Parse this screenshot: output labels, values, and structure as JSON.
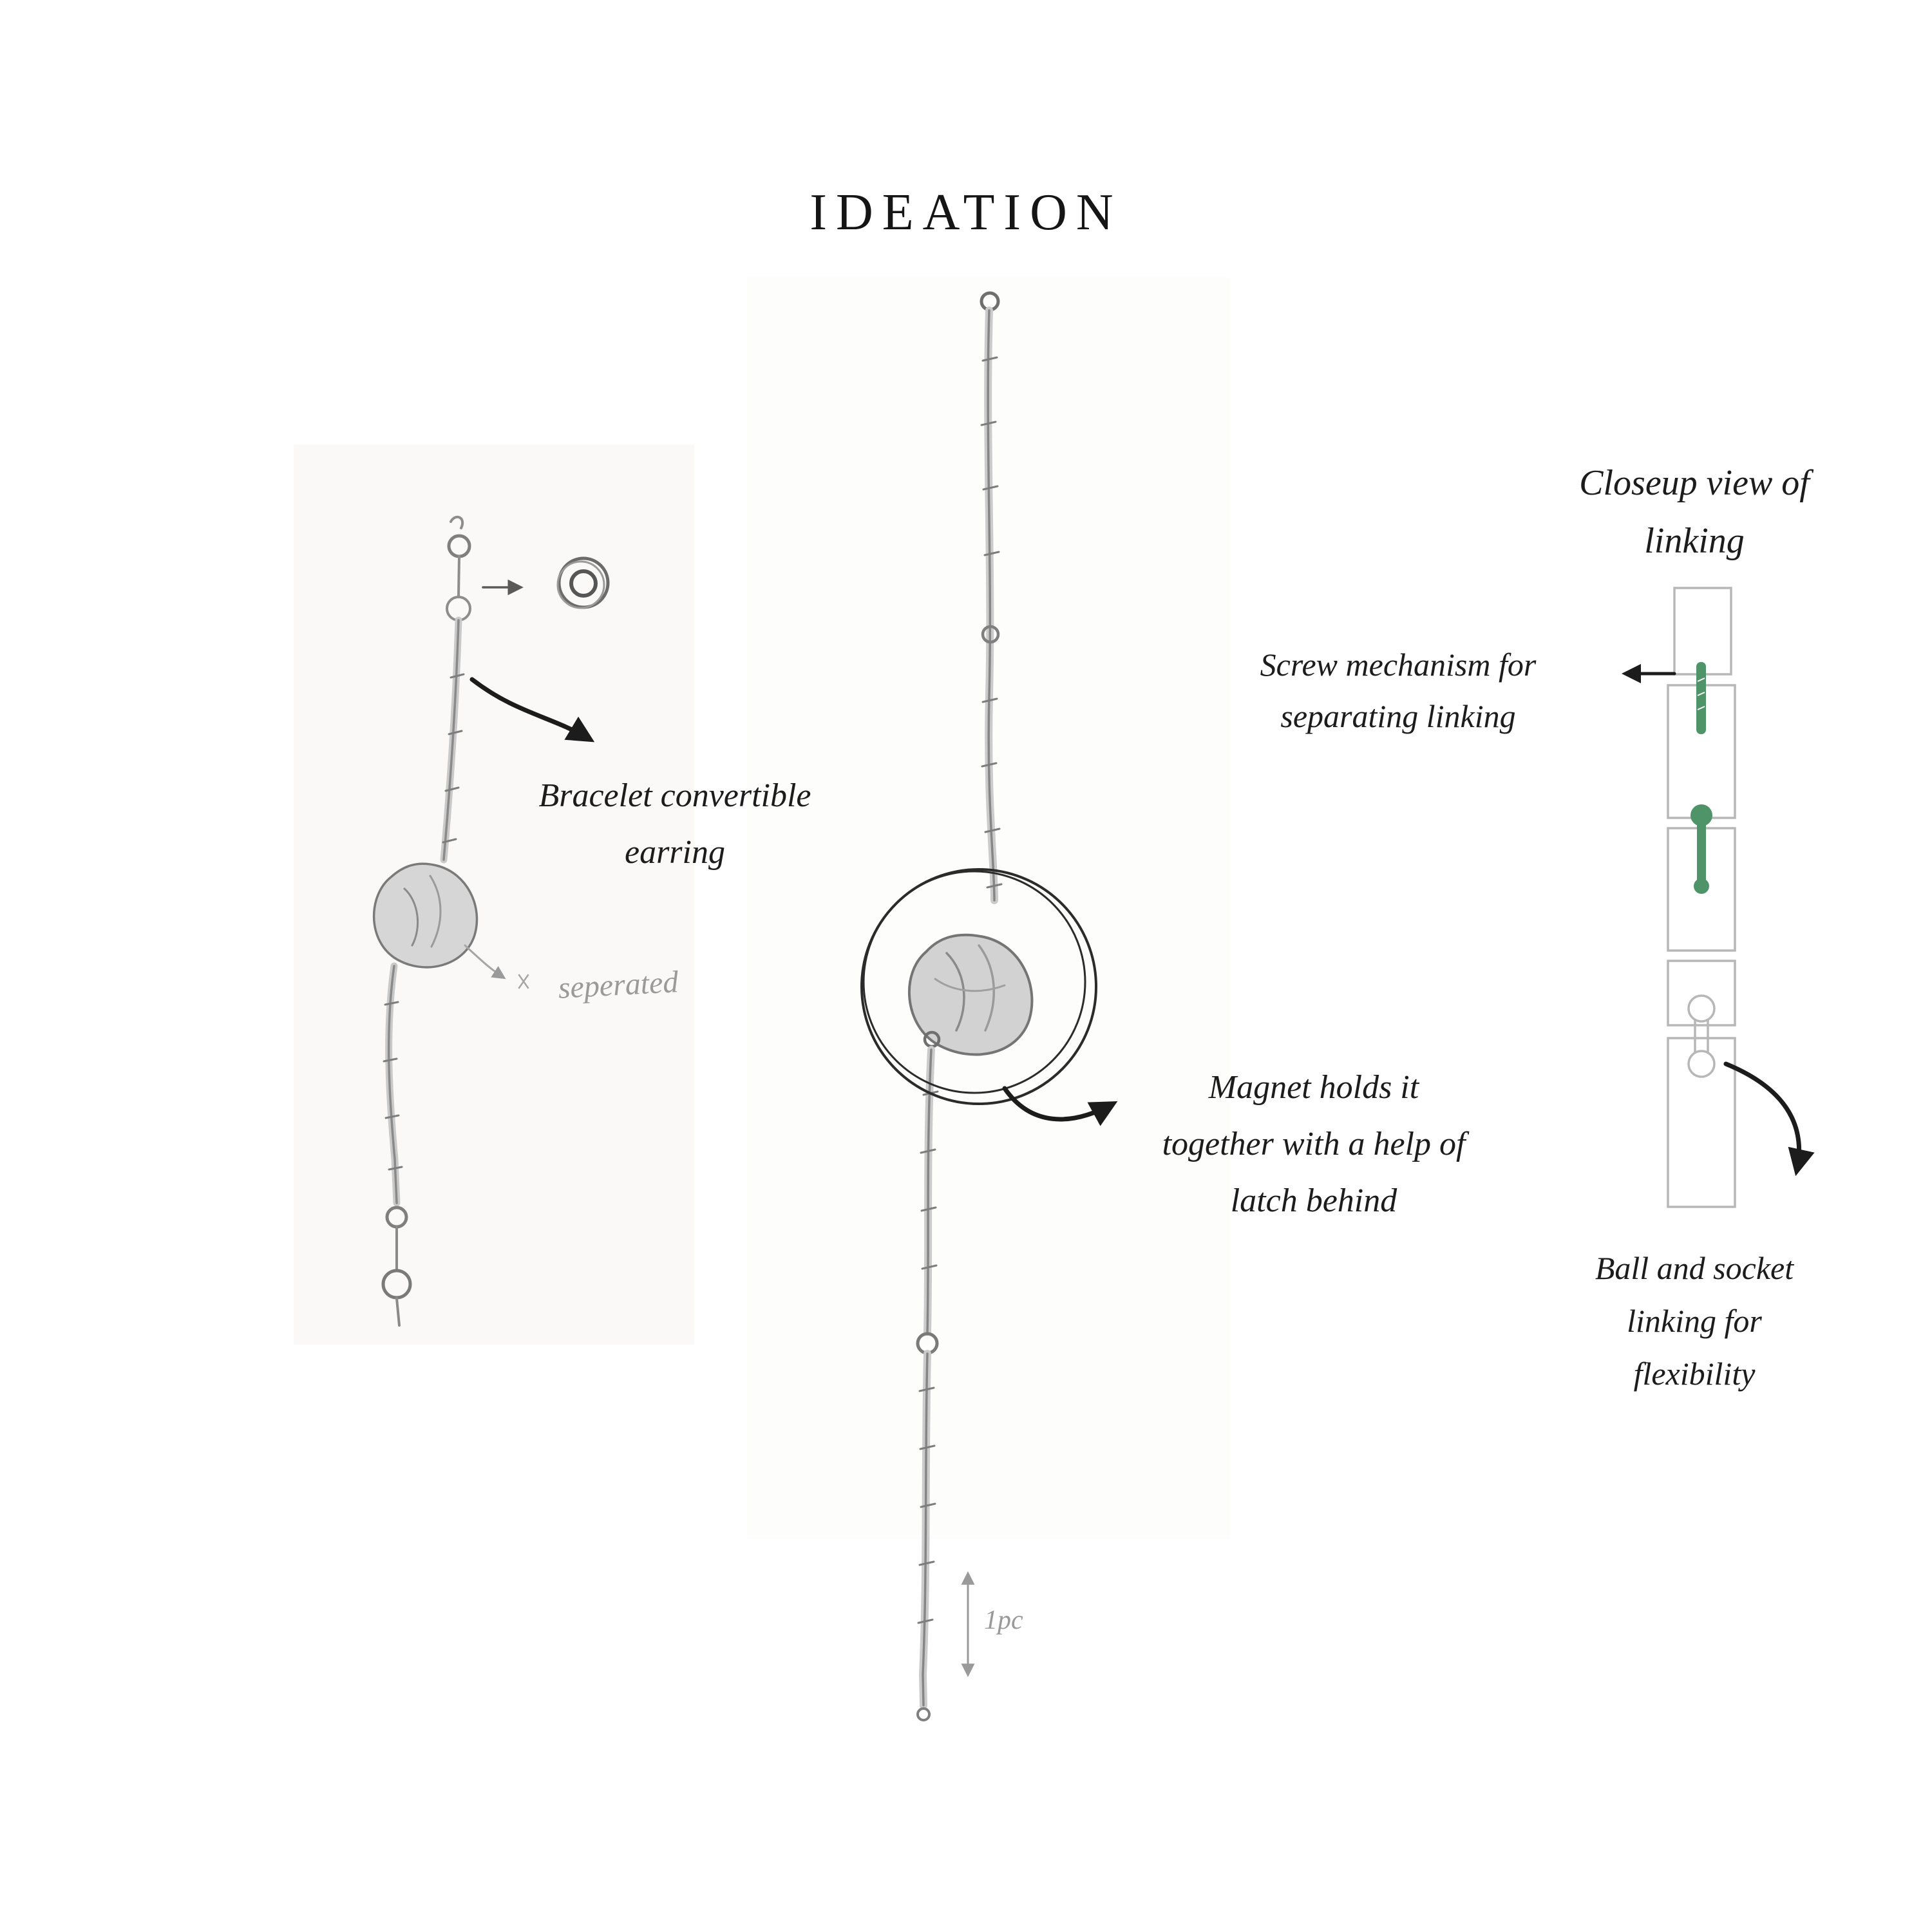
{
  "page": {
    "title": "IDEATION"
  },
  "colors": {
    "background": "#ffffff",
    "ink": "#1c1c1c",
    "pencil": "#8d8d8d",
    "pencil_light": "#c9c9c9",
    "handwriting_gray": "#9a9a9a",
    "accent_green": "#4f9468",
    "link_outline": "#b7b7b7"
  },
  "left_sketch": {
    "label": [
      "Bracelet convertible",
      "earring"
    ],
    "handwritten_note": "seperated"
  },
  "center_sketch": {
    "label": [
      "Magnet holds it",
      "together with a help of",
      "latch behind"
    ],
    "dimension_label": "1pc"
  },
  "closeup": {
    "heading": [
      "Closeup view of",
      "linking"
    ],
    "screw_note": [
      "Screw mechanism for",
      "separating linking"
    ],
    "ball_note": [
      "Ball and socket linking for",
      "flexibility"
    ]
  }
}
